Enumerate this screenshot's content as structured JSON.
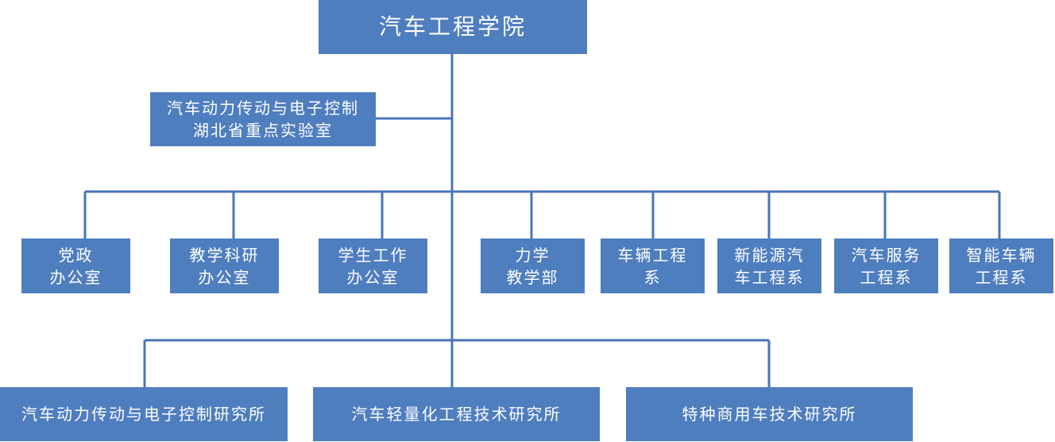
{
  "colors": {
    "box_fill": "#4f7ebf",
    "box_text": "#ffffff",
    "line": "#4a74b8"
  },
  "root": {
    "label": "汽车工程学院"
  },
  "lab": {
    "line1": "汽车动力传动与电子控制",
    "line2": "湖北省重点实验室"
  },
  "departments": [
    {
      "line1": "党政",
      "line2": "办公室"
    },
    {
      "line1": "教学科研",
      "line2": "办公室"
    },
    {
      "line1": "学生工作",
      "line2": "办公室"
    },
    {
      "line1": "力学",
      "line2": "教学部"
    },
    {
      "line1": "车辆工程",
      "line2": "系"
    },
    {
      "line1": "新能源汽",
      "line2": "车工程系"
    },
    {
      "line1": "汽车服务",
      "line2": "工程系"
    },
    {
      "line1": "智能车辆",
      "line2": "工程系"
    }
  ],
  "institutes": [
    {
      "label": "汽车动力传动与电子控制研究所"
    },
    {
      "label": "汽车轻量化工程技术研究所"
    },
    {
      "label": "特种商用车技术研究所"
    }
  ]
}
